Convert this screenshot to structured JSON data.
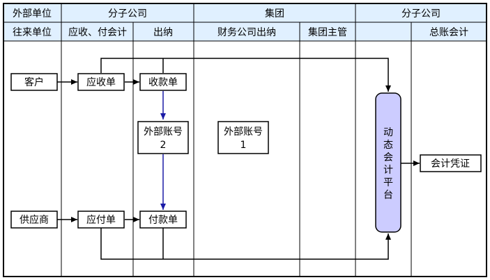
{
  "header_row1": {
    "external": "外部单位",
    "subsidiary_a": "分子公司",
    "group": "集团",
    "subsidiary_b": "分子公司"
  },
  "header_row2": {
    "contacts": "往来单位",
    "ar_ap_accounting": "应收、付会计",
    "cashier": "出纳",
    "finance_co_cashier": "财务公司出纳",
    "group_manager": "集团主管",
    "general_ledger": "总账会计"
  },
  "nodes": {
    "customer": "客户",
    "supplier": "供应商",
    "receivable": "应收单",
    "payable": "应付单",
    "receipt": "收款单",
    "payment": "付款单",
    "ext_account_2_l1": "外部账号",
    "ext_account_2_l2": "2",
    "ext_account_1_l1": "外部账号",
    "ext_account_1_l2": "1",
    "platform_chars": [
      "动",
      "态",
      "会",
      "计",
      "平",
      "台"
    ],
    "voucher": "会计凭证"
  },
  "colors": {
    "header_bg": "#e0f0ff",
    "platform_fill": "#ccccff",
    "blue_arrow": "#1a1aa6"
  }
}
